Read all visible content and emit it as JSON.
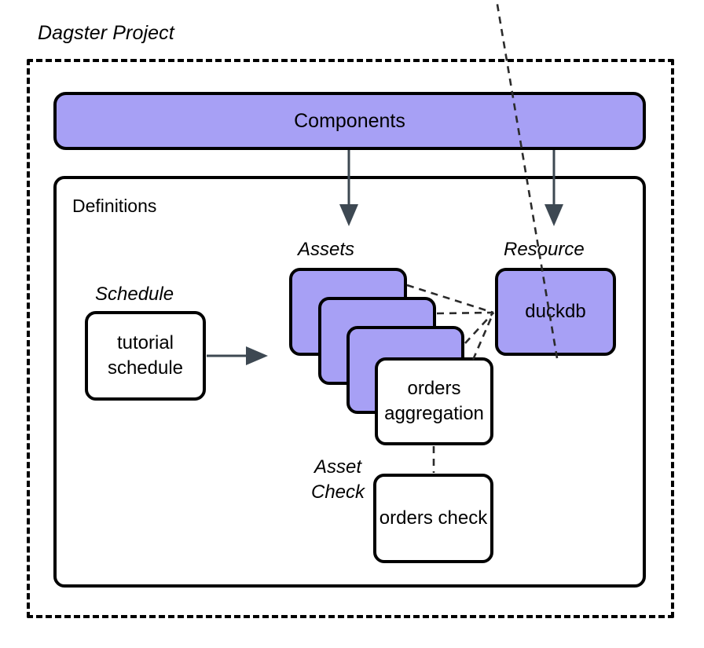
{
  "diagram": {
    "title": "Dagster Project",
    "accent_purple": "#a7a0f5",
    "stroke_color": "#000000",
    "arrow_color": "#3d4852",
    "background": "#ffffff"
  },
  "boundary": {
    "label": "Dagster Project",
    "style": "dashed"
  },
  "components": {
    "label": "Components",
    "fill": "#a7a0f5"
  },
  "definitions": {
    "label": "Definitions"
  },
  "schedule": {
    "group_label": "Schedule",
    "node_label": "tutorial schedule"
  },
  "assets": {
    "group_label": "Assets",
    "stack_count": 3,
    "front_node_label": "orders aggregation"
  },
  "resource": {
    "group_label": "Resource",
    "node_label": "duckdb"
  },
  "asset_check": {
    "group_label": "Asset Check",
    "node_label": "orders check"
  },
  "edges": [
    {
      "from": "components",
      "to": "assets",
      "style": "solid-arrow"
    },
    {
      "from": "components",
      "to": "resource",
      "style": "solid-arrow"
    },
    {
      "from": "tutorial schedule",
      "to": "assets",
      "style": "solid-arrow"
    },
    {
      "from": "asset-card-1",
      "to": "duckdb",
      "style": "dashed"
    },
    {
      "from": "asset-card-2",
      "to": "duckdb",
      "style": "dashed"
    },
    {
      "from": "asset-card-3",
      "to": "duckdb",
      "style": "dashed"
    },
    {
      "from": "orders aggregation",
      "to": "duckdb",
      "style": "dashed"
    },
    {
      "from": "orders aggregation",
      "to": "orders check",
      "style": "dashed"
    },
    {
      "from": "duckdb",
      "to": "orders check",
      "style": "dashed"
    }
  ]
}
